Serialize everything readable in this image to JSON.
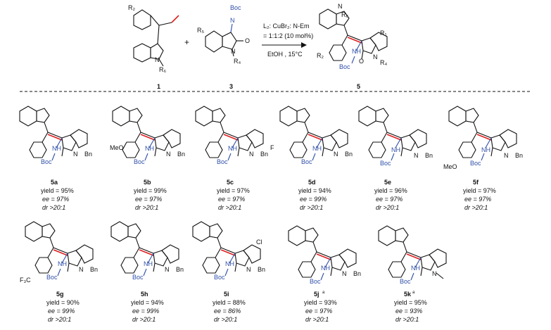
{
  "reaction": {
    "reagent_line1": "L₂: CuBr₂: N-Em",
    "reagent_line2": "= 1:1:2 (10 mol%)",
    "conditions": "EtOH , 15°C",
    "plus": "+",
    "compound_1": "1",
    "compound_3": "3",
    "compound_5": "5",
    "labels": {
      "r1": "R₁",
      "r2": "R₂",
      "r4": "R₄",
      "r5": "R₅",
      "r6": "R₆",
      "n": "N",
      "o": "O",
      "boc": "Boc",
      "nh": "NH"
    }
  },
  "colors": {
    "ink": "#111111",
    "boc_blue": "#2f4fa8",
    "alkene_red": "#e02020"
  },
  "products": [
    {
      "id": "5a",
      "yield": "yield = 95%",
      "ee": "ee = 97%",
      "dr": "dr >20:1",
      "sub": "",
      "nsub": "Bn",
      "ar": ""
    },
    {
      "id": "5b",
      "yield": "yield = 99%",
      "ee": "ee = 97%",
      "dr": "dr >20:1",
      "sub": "MeO",
      "nsub": "Bn",
      "ar": ""
    },
    {
      "id": "5c",
      "yield": "yield = 97%",
      "ee": "ee = 97%",
      "dr": "dr >20:1",
      "sub": "",
      "nsub": "Bn",
      "ar": ""
    },
    {
      "id": "5d",
      "yield": "yield = 94%",
      "ee": "ee = 99%",
      "dr": "dr >20:1",
      "sub": "F",
      "nsub": "Bn",
      "ar": ""
    },
    {
      "id": "5e",
      "yield": "yield = 96%",
      "ee": "ee = 97%",
      "dr": "dr >20:1",
      "sub": "",
      "nsub": "Bn",
      "ar": ""
    },
    {
      "id": "5f",
      "yield": "yield = 97%",
      "ee": "ee = 97%",
      "dr": "dr >20:1",
      "sub": "MeO",
      "nsub": "Bn",
      "ar": ""
    },
    {
      "id": "5g",
      "yield": "yield = 90%",
      "ee": "ee = 99%",
      "dr": "dr >20:1",
      "sub": "F₃C",
      "nsub": "Bn",
      "ar": ""
    },
    {
      "id": "5h",
      "yield": "yield = 94%",
      "ee": "ee = 99%",
      "dr": "dr >20:1",
      "sub": "",
      "nsub": "Bn",
      "ar": ""
    },
    {
      "id": "5i",
      "yield": "yield = 88%",
      "ee": "ee = 86%",
      "dr": "dr >20:1",
      "sub": "",
      "nsub": "Bn",
      "ar": "Cl"
    },
    {
      "id": "5j",
      "sup": "a",
      "yield": "yield = 93%",
      "ee": "ee = 97%",
      "dr": "dr >20:1",
      "sub": "",
      "nsub": "Bn",
      "ar": ""
    },
    {
      "id": "5k",
      "sup": "a",
      "yield": "yield = 95%",
      "ee": "ee = 93%",
      "dr": "dr >20:1",
      "sub": "",
      "nsub": "",
      "ar": ""
    }
  ]
}
